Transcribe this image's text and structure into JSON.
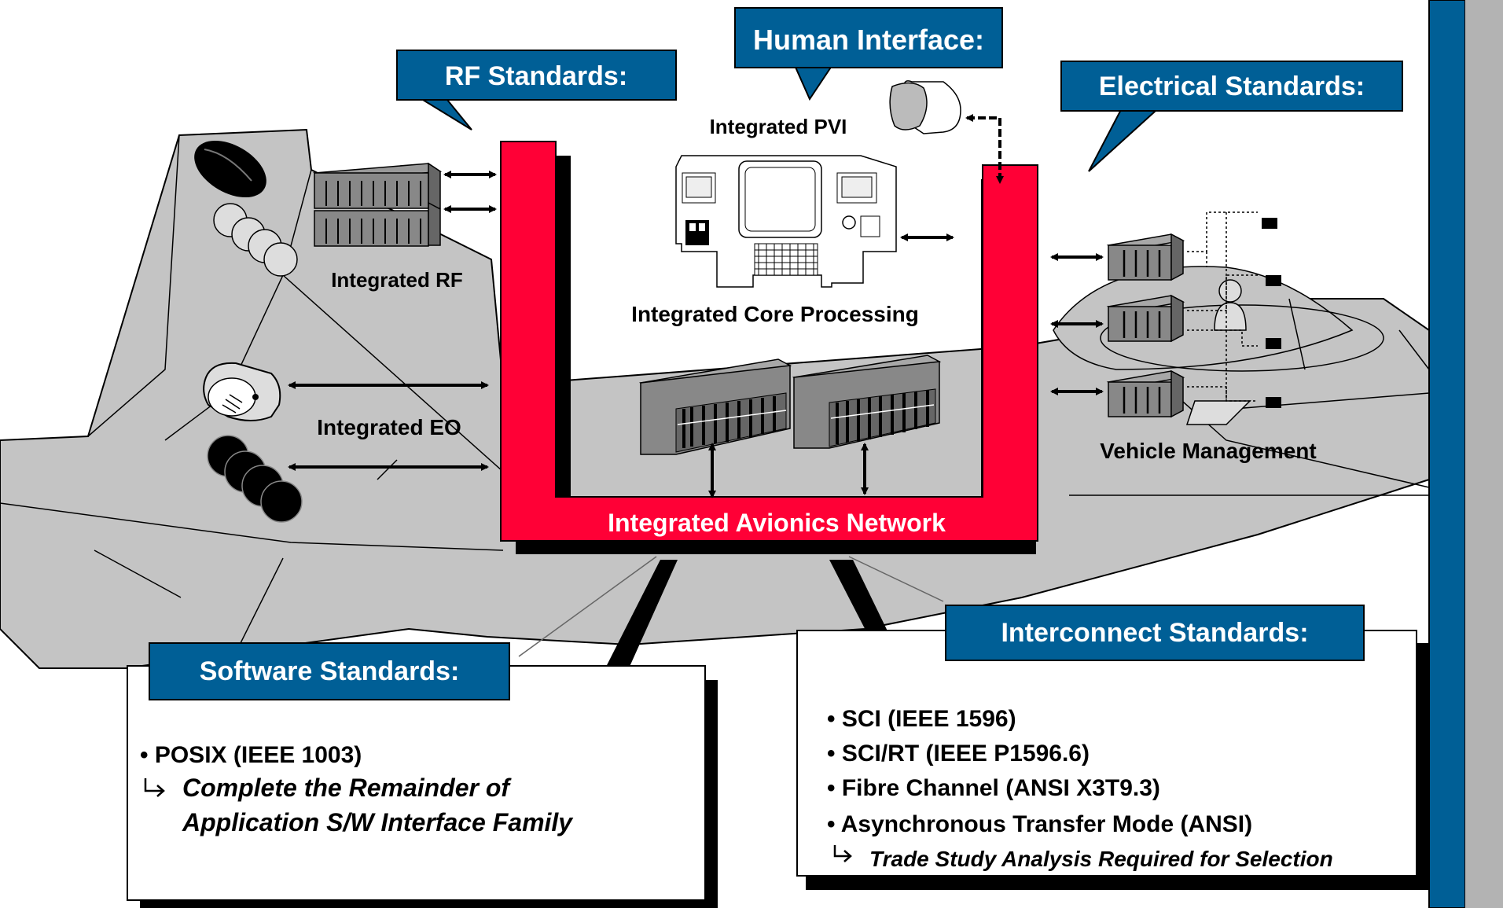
{
  "colors": {
    "callout_blue": "#005f96",
    "network_red": "#ff0036",
    "aircraft_gray": "#c4c4c4",
    "sidebar_gray": "#b3b3b3"
  },
  "callouts": {
    "rf": "RF Standards:",
    "human": "Human Interface:",
    "electrical": "Electrical Standards:",
    "software": "Software Standards:",
    "interconnect": "Interconnect Standards:"
  },
  "labels": {
    "integrated_pvi": "Integrated PVI",
    "integrated_rf": "Integrated RF",
    "integrated_core": "Integrated Core Processing",
    "integrated_eo": "Integrated EO",
    "vehicle_management": "Vehicle Management",
    "network": "Integrated Avionics Network"
  },
  "software": {
    "items": [
      "• POSIX (IEEE 1003)"
    ],
    "note_line1": "Complete the Remainder of",
    "note_line2": "Application S/W Interface Family",
    "note_icon": "hook-arrow-icon"
  },
  "interconnect": {
    "items": [
      "• SCI (IEEE 1596)",
      "• SCI/RT (IEEE P1596.6)",
      "• Fibre Channel (ANSI X3T9.3)",
      "• Asynchronous Transfer Mode (ANSI)"
    ],
    "note": "Trade Study Analysis Required for Selection",
    "note_icon": "hook-arrow-icon"
  }
}
